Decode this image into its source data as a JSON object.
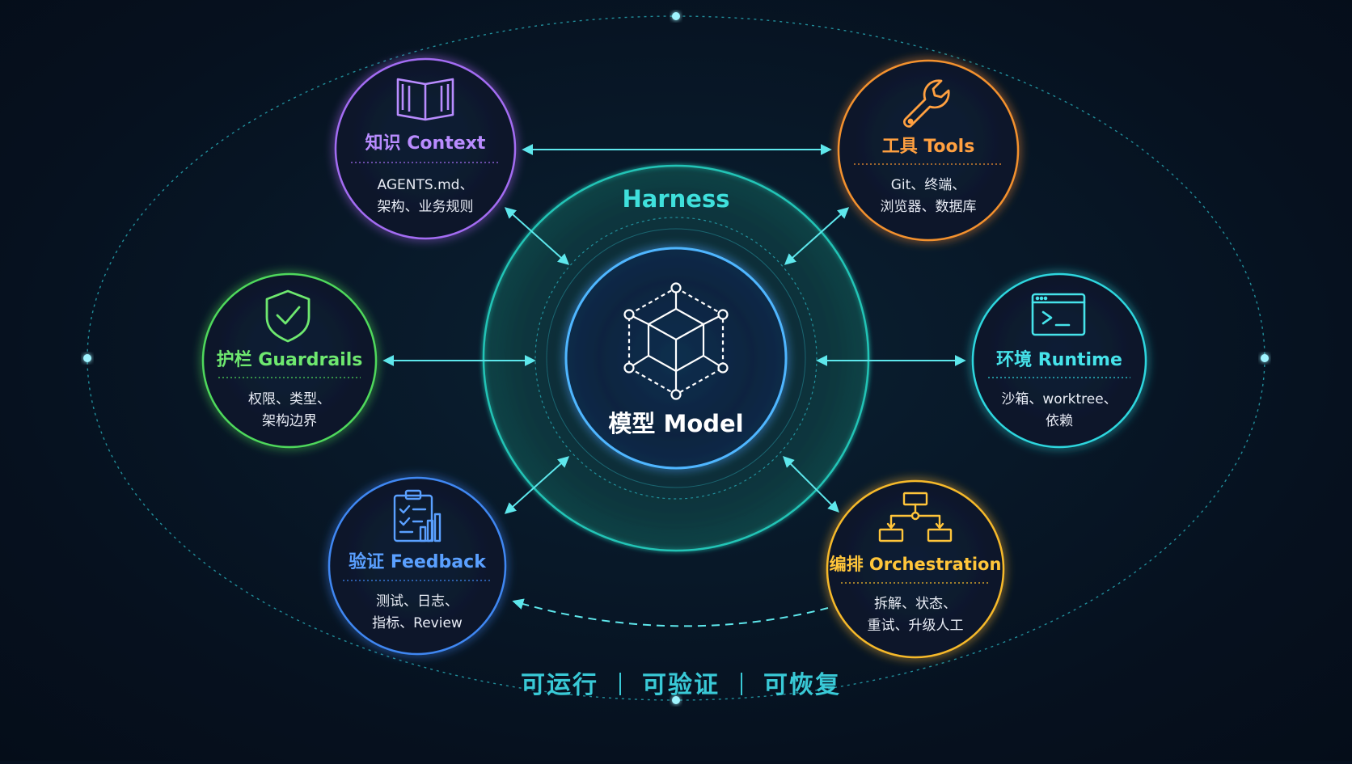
{
  "center": {
    "harness_label": "Harness",
    "model_label": "模型 Model"
  },
  "modules": [
    {
      "key": "context",
      "title": "知识 Context",
      "desc_line1": "AGENTS.md、",
      "desc_line2": "架构、业务规则",
      "color": "#a36cf2",
      "title_color": "#b98cff",
      "icon": "book-icon"
    },
    {
      "key": "tools",
      "title": "工具 Tools",
      "desc_line1": "Git、终端、",
      "desc_line2": "浏览器、数据库",
      "color": "#f3912f",
      "title_color": "#ffa040",
      "icon": "wrench-icon"
    },
    {
      "key": "guardrails",
      "title": "护栏 Guardrails",
      "desc_line1": "权限、类型、",
      "desc_line2": "架构边界",
      "color": "#4fd85b",
      "title_color": "#6ee86f",
      "icon": "shield-check-icon"
    },
    {
      "key": "runtime",
      "title": "环境 Runtime",
      "desc_line1": "沙箱、worktree、",
      "desc_line2": "依赖",
      "color": "#2fd6de",
      "title_color": "#46e3ea",
      "icon": "terminal-icon"
    },
    {
      "key": "feedback",
      "title": "验证 Feedback",
      "desc_line1": "测试、日志、",
      "desc_line2": "指标、Review",
      "color": "#3f87f2",
      "title_color": "#5aa0ff",
      "icon": "clipboard-chart-icon"
    },
    {
      "key": "orchestration",
      "title": "编排 Orchestration",
      "desc_line1": "拆解、状态、",
      "desc_line2": "重试、升级人工",
      "color": "#f6b92a",
      "title_color": "#ffc53a",
      "icon": "flowchart-icon"
    }
  ],
  "footer": {
    "item1": "可运行",
    "item2": "可验证",
    "item3": "可恢复",
    "color": "#39c9d6"
  },
  "colors": {
    "background": "#06101f",
    "harness_ring": "#23c4b6",
    "model_ring": "#4fb6ff",
    "arrow": "#5ee7ec",
    "orbit": "#2bb8c4"
  }
}
